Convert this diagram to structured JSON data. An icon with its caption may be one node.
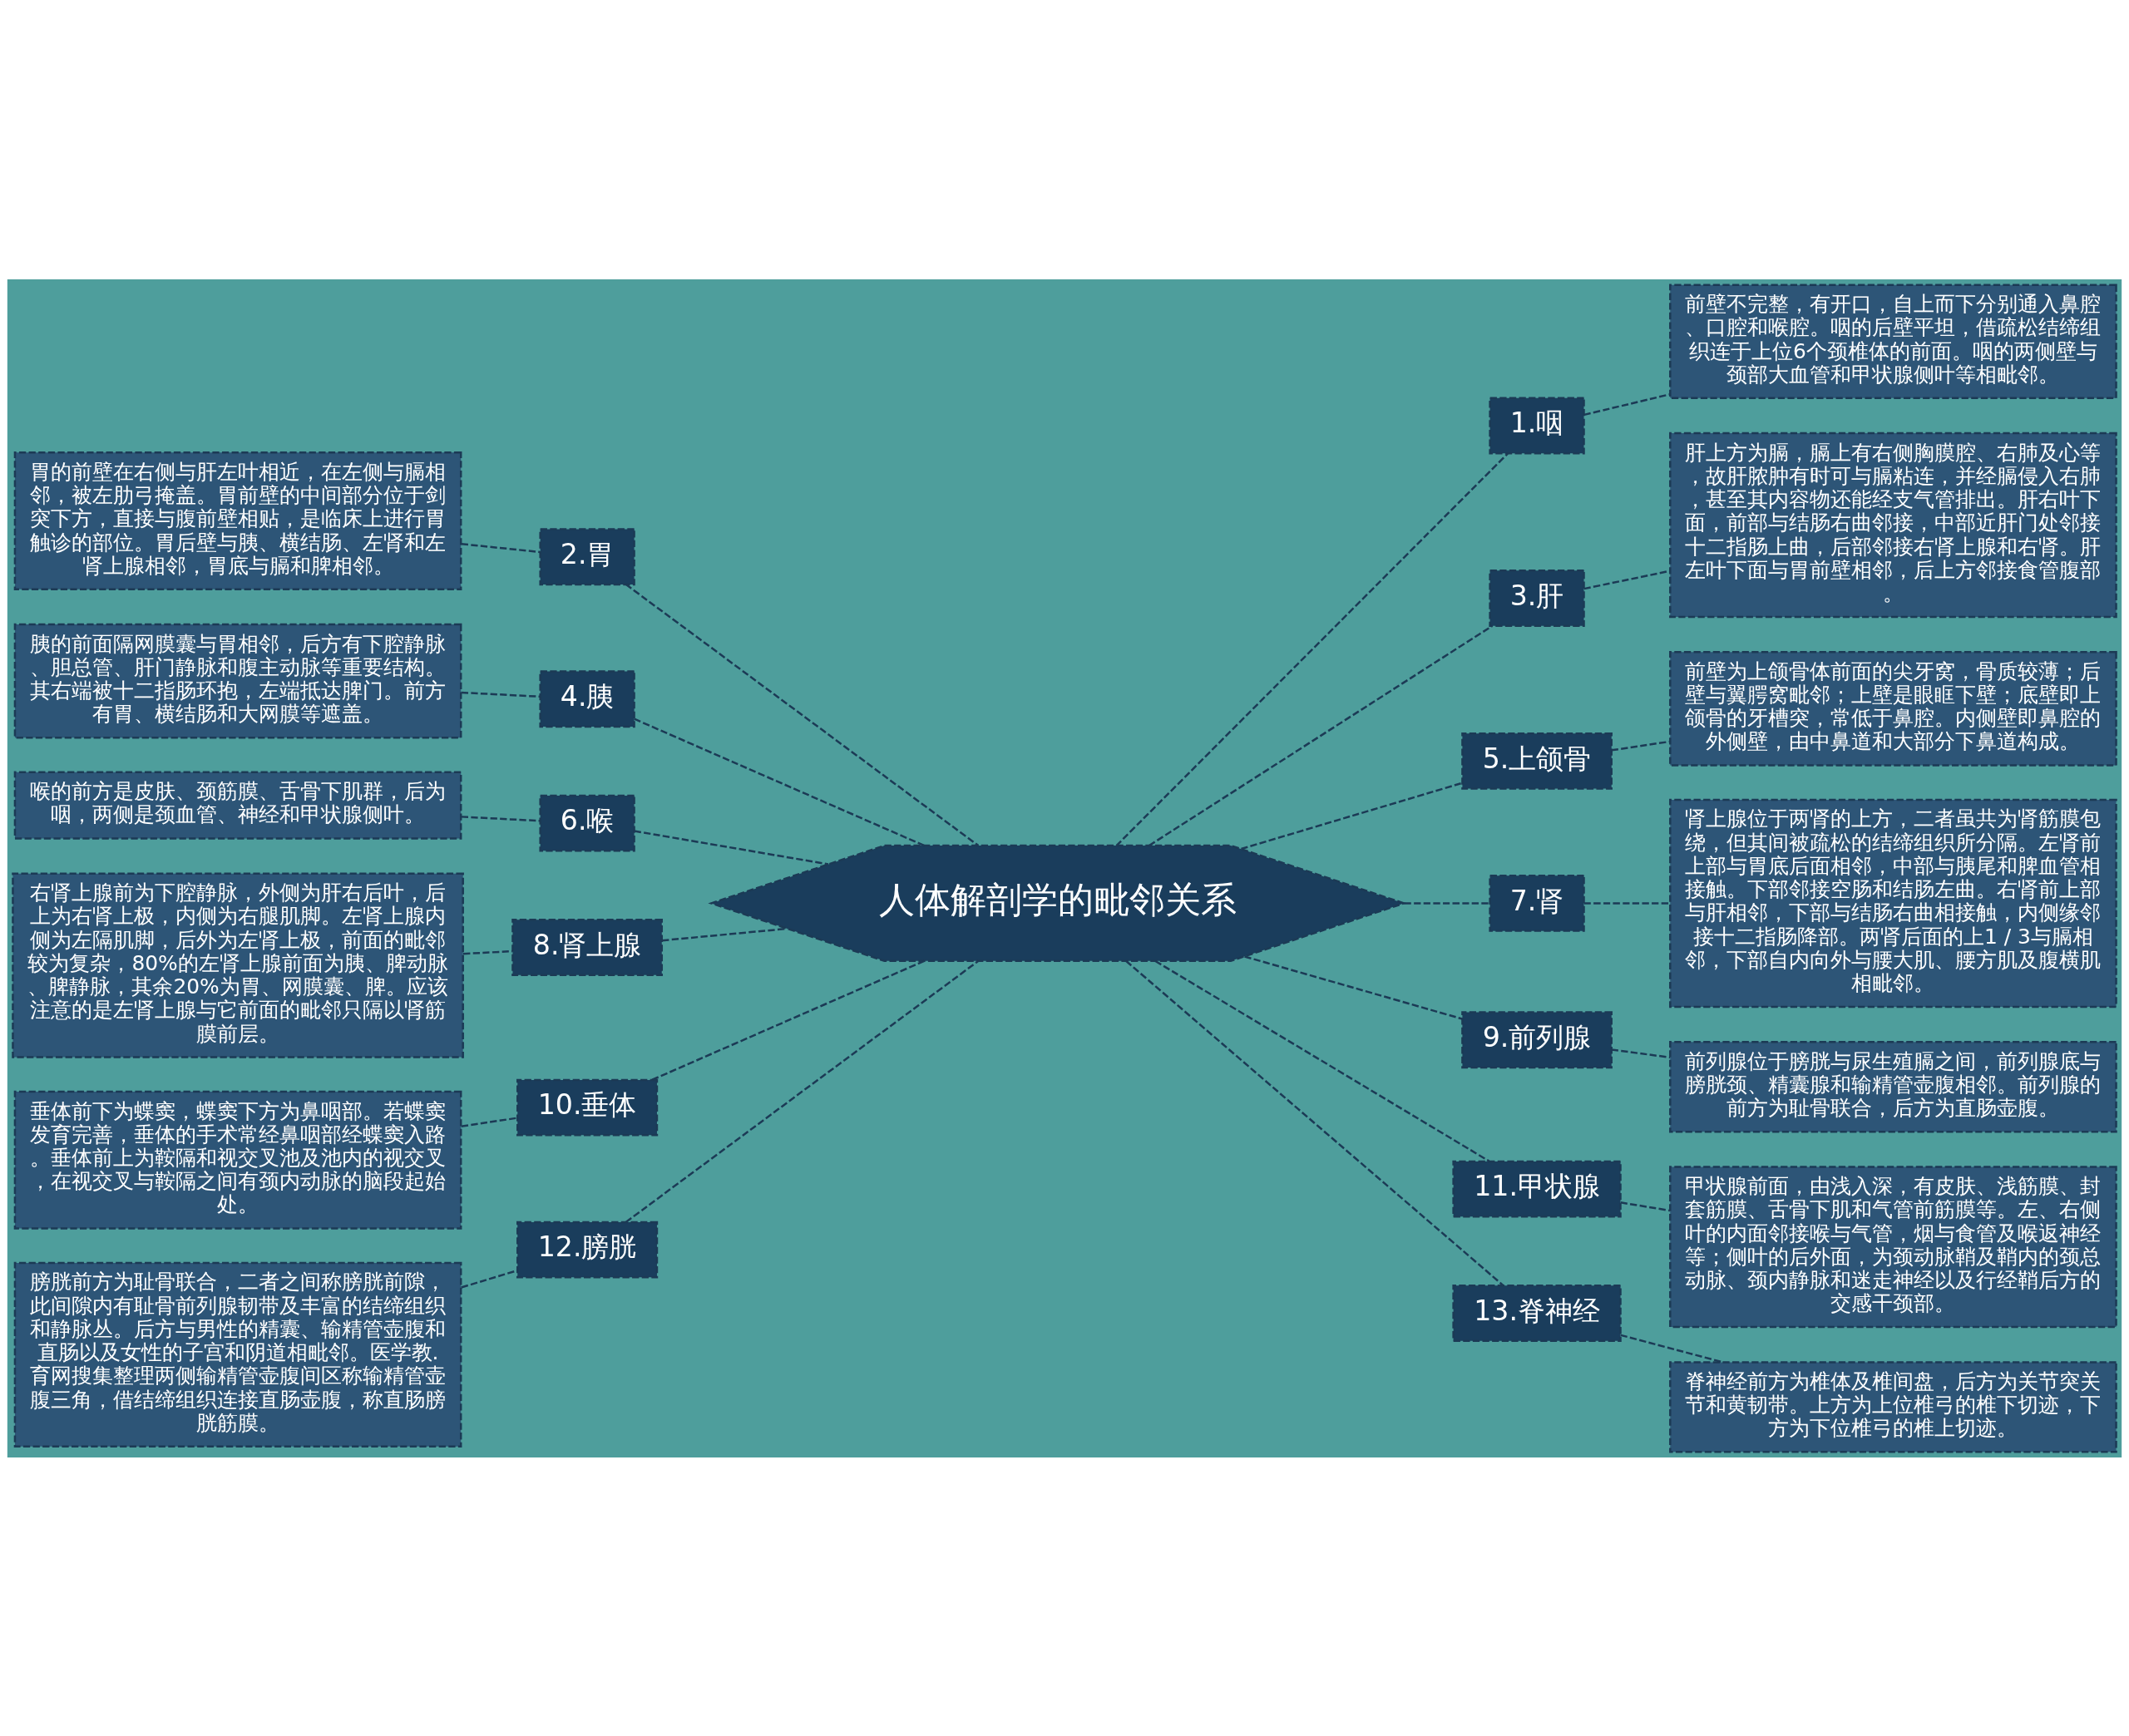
{
  "diagram": {
    "nodes": [
      {
        "text": [
          "人体解剖学的毗邻关系"
        ]
      },
      {
        "text": [
          "1.咽"
        ]
      },
      {
        "text": [
          "前壁不完整，有开口，自上而下分别通入鼻腔、口腔和喉腔。咽的后壁平坦，借疏松结缔组织连于上位6个颈椎体的前面。咽的两侧壁与颈部大血管和甲状腺侧叶等相毗邻。"
        ]
      },
      {
        "text": [
          "2.胃"
        ]
      },
      {
        "text": [
          "胃的前壁在右侧与肝左叶相近，在左侧与膈相邻，被左肋弓掩盖。胃前壁的中间部分位于剑突下方，直接与腹前壁相贴，是临床上进行胃触诊的部位。胃后壁与胰、横结肠、左肾和左肾上腺相邻，胃底与膈和脾相邻。"
        ]
      },
      {
        "text": [
          "3.肝"
        ]
      },
      {
        "text": [
          "肝上方为膈，膈上有右侧胸膜腔、右肺及心等，故肝脓肿有时可与膈粘连，并经膈侵入右肺，甚至其内容物还能经支气管排出。肝右叶下面，前部与结肠右曲邻接，中部近肝门处邻接十二指肠上曲，后部邻接右肾上腺和右肾。肝左叶下面与胃前壁相邻，后上方邻接食管腹部。"
        ]
      },
      {
        "text": [
          "4.胰"
        ]
      },
      {
        "text": [
          "胰的前面隔网膜囊与胃相邻，后方有下腔静脉、胆总管、肝门静脉和腹主动脉等重要结构。其右端被十二指肠环抱，左端抵达脾门。前方有胃、横结肠和大网膜等遮盖。"
        ]
      },
      {
        "text": [
          "5.上颌骨"
        ]
      },
      {
        "text": [
          "前壁为上颌骨体前面的尖牙窝，骨质较薄；后壁与翼腭窝毗邻；上壁是眼眶下壁；底壁即上颌骨的牙槽突，常低于鼻腔。内侧壁即鼻腔的外侧壁，由中鼻道和大部分下鼻道构成。"
        ]
      },
      {
        "text": [
          "6.喉"
        ]
      },
      {
        "text": [
          "喉的前方是皮肤、颈筋膜、舌骨下肌群，后为咽，两侧是颈血管、神经和甲状腺侧叶。"
        ]
      },
      {
        "text": [
          "7.肾"
        ]
      },
      {
        "text": [
          "肾上腺位于两肾的上方，二者虽共为肾筋膜包绕，但其间被疏松的结缔组织所分隔。左肾前上部与胃底后面相邻，中部与胰尾和脾血管相接触。下部邻接空肠和结肠左曲。右肾前上部与肝相邻，下部与结肠右曲相接触，内侧缘邻接十二指肠降部。两肾后面的上1 / 3与膈相邻，下部自内向外与腰大肌、腰方肌及腹横肌相毗邻。"
        ]
      },
      {
        "text": [
          "8.肾上腺"
        ]
      },
      {
        "text": [
          "右肾上腺前为下腔静脉，外侧为肝右后叶，后上为右肾上极，内侧为右腿肌脚。左肾上腺内侧为左隔肌脚，后外为左肾上极，前面的毗邻较为复杂，80%的左肾上腺前面为胰、脾动脉、脾静脉，其余20%为胃、网膜囊、脾。应该注意的是左肾上腺与它前面的毗邻只隔以肾筋膜前层。"
        ]
      },
      {
        "text": [
          "9.前列腺"
        ]
      },
      {
        "text": [
          "前列腺位于膀胱与尿生殖膈之间，前列腺底与膀胱颈、精囊腺和输精管壶腹相邻。前列腺的前方为耻骨联合，后方为直肠壶腹。"
        ]
      },
      {
        "text": [
          "10.垂体"
        ]
      },
      {
        "text": [
          "垂体前下为蝶窦，蝶窦下方为鼻咽部。若蝶窦发育完善，垂体的手术常经鼻咽部经蝶窦入路。垂体前上为鞍隔和视交叉池及池内的视交叉，在视交叉与鞍隔之间有颈内动脉的脑段起始处。"
        ]
      },
      {
        "text": [
          "11.甲状腺"
        ]
      },
      {
        "text": [
          "甲状腺前面，由浅入深，有皮肤、浅筋膜、封套筋膜、舌骨下肌和气管前筋膜等。左、右侧叶的内面邻接喉与气管，烟与食管及喉返神经等；侧叶的后外面，为颈动脉鞘及鞘内的颈总动脉、颈内静脉和迷走神经以及行经鞘后方的交感干颈部。"
        ]
      },
      {
        "text": [
          "12.膀胱"
        ]
      },
      {
        "text": [
          "膀胱前方为耻骨联合，二者之间称膀胱前隙，此间隙内有耻骨前列腺韧带及丰富的结缔组织和静脉丛。后方与男性的精囊、输精管壶腹和直肠以及女性的子宫和阴道相毗邻。医学教.育网搜集整理两侧输精管壶腹间区称输精管壶腹三角，借结缔组织连接直肠壶腹，称直肠膀胱筋膜。"
        ]
      },
      {
        "text": [
          "13.脊神经"
        ]
      },
      {
        "text": [
          "脊神经前方为椎体及椎间盘，后方为关节突关节和黄韧带。上方为上位椎弓的椎下切迹，下方为下位椎弓的椎上切迹。"
        ]
      }
    ],
    "edges": [
      {
        "from": 0,
        "to": 1,
        "arrow": "none",
        "style": "dashed"
      },
      {
        "from": 1,
        "to": 2,
        "arrow": "none",
        "style": "dashed"
      },
      {
        "from": 0,
        "to": 3,
        "arrow": "none",
        "style": "dashed"
      },
      {
        "from": 3,
        "to": 4,
        "arrow": "none",
        "style": "dashed"
      },
      {
        "from": 0,
        "to": 5,
        "arrow": "none",
        "style": "dashed"
      },
      {
        "from": 5,
        "to": 6,
        "arrow": "none",
        "style": "dashed"
      },
      {
        "from": 0,
        "to": 7,
        "arrow": "none",
        "style": "dashed"
      },
      {
        "from": 7,
        "to": 8,
        "arrow": "none",
        "style": "dashed"
      },
      {
        "from": 0,
        "to": 9,
        "arrow": "none",
        "style": "dashed"
      },
      {
        "from": 9,
        "to": 10,
        "arrow": "none",
        "style": "dashed"
      },
      {
        "from": 0,
        "to": 11,
        "arrow": "none",
        "style": "dashed"
      },
      {
        "from": 11,
        "to": 12,
        "arrow": "none",
        "style": "dashed"
      },
      {
        "from": 0,
        "to": 13,
        "arrow": "none",
        "style": "dashed"
      },
      {
        "from": 13,
        "to": 14,
        "arrow": "none",
        "style": "dashed"
      },
      {
        "from": 0,
        "to": 15,
        "arrow": "none",
        "style": "dashed"
      },
      {
        "from": 15,
        "to": 16,
        "arrow": "none",
        "style": "dashed"
      },
      {
        "from": 0,
        "to": 17,
        "arrow": "none",
        "style": "dashed"
      },
      {
        "from": 17,
        "to": 18,
        "arrow": "none",
        "style": "dashed"
      },
      {
        "from": 0,
        "to": 19,
        "arrow": "none",
        "style": "dashed"
      },
      {
        "from": 19,
        "to": 20,
        "arrow": "none",
        "style": "dashed"
      },
      {
        "from": 0,
        "to": 21,
        "arrow": "none",
        "style": "dashed"
      },
      {
        "from": 21,
        "to": 22,
        "arrow": "none",
        "style": "dashed"
      },
      {
        "from": 0,
        "to": 23,
        "arrow": "none",
        "style": "dashed"
      },
      {
        "from": 23,
        "to": 24,
        "arrow": "none",
        "style": "dashed"
      },
      {
        "from": 0,
        "to": 25,
        "arrow": "none",
        "style": "dashed"
      },
      {
        "from": 25,
        "to": 26,
        "arrow": "none",
        "style": "dashed"
      }
    ]
  }
}
